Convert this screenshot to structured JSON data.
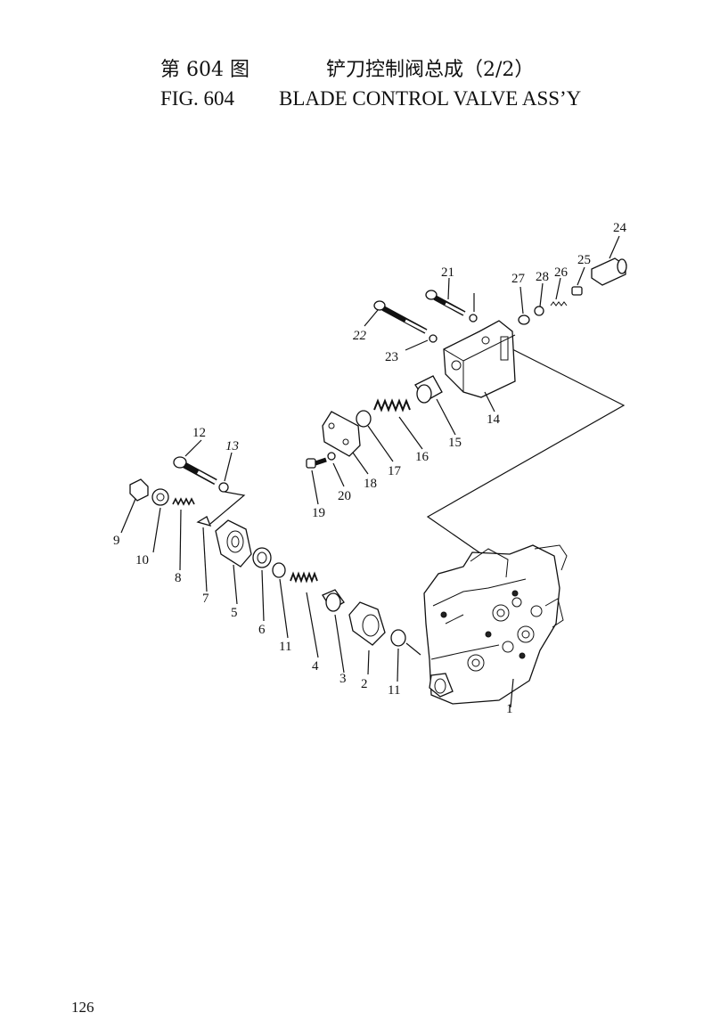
{
  "header": {
    "figure_cn": "第 604 图",
    "title_cn": "铲刀控制阀总成（2/2）",
    "figure_en": "FIG. 604",
    "title_en": "BLADE CONTROL VALVE ASS’Y"
  },
  "page_number": "126",
  "callouts": [
    "1",
    "2",
    "3",
    "4",
    "5",
    "6",
    "7",
    "8",
    "9",
    "10",
    "11",
    "11",
    "12",
    "13",
    "14",
    "15",
    "16",
    "17",
    "18",
    "19",
    "20",
    "21",
    "22",
    "23",
    "24",
    "25",
    "26",
    "27",
    "28"
  ]
}
